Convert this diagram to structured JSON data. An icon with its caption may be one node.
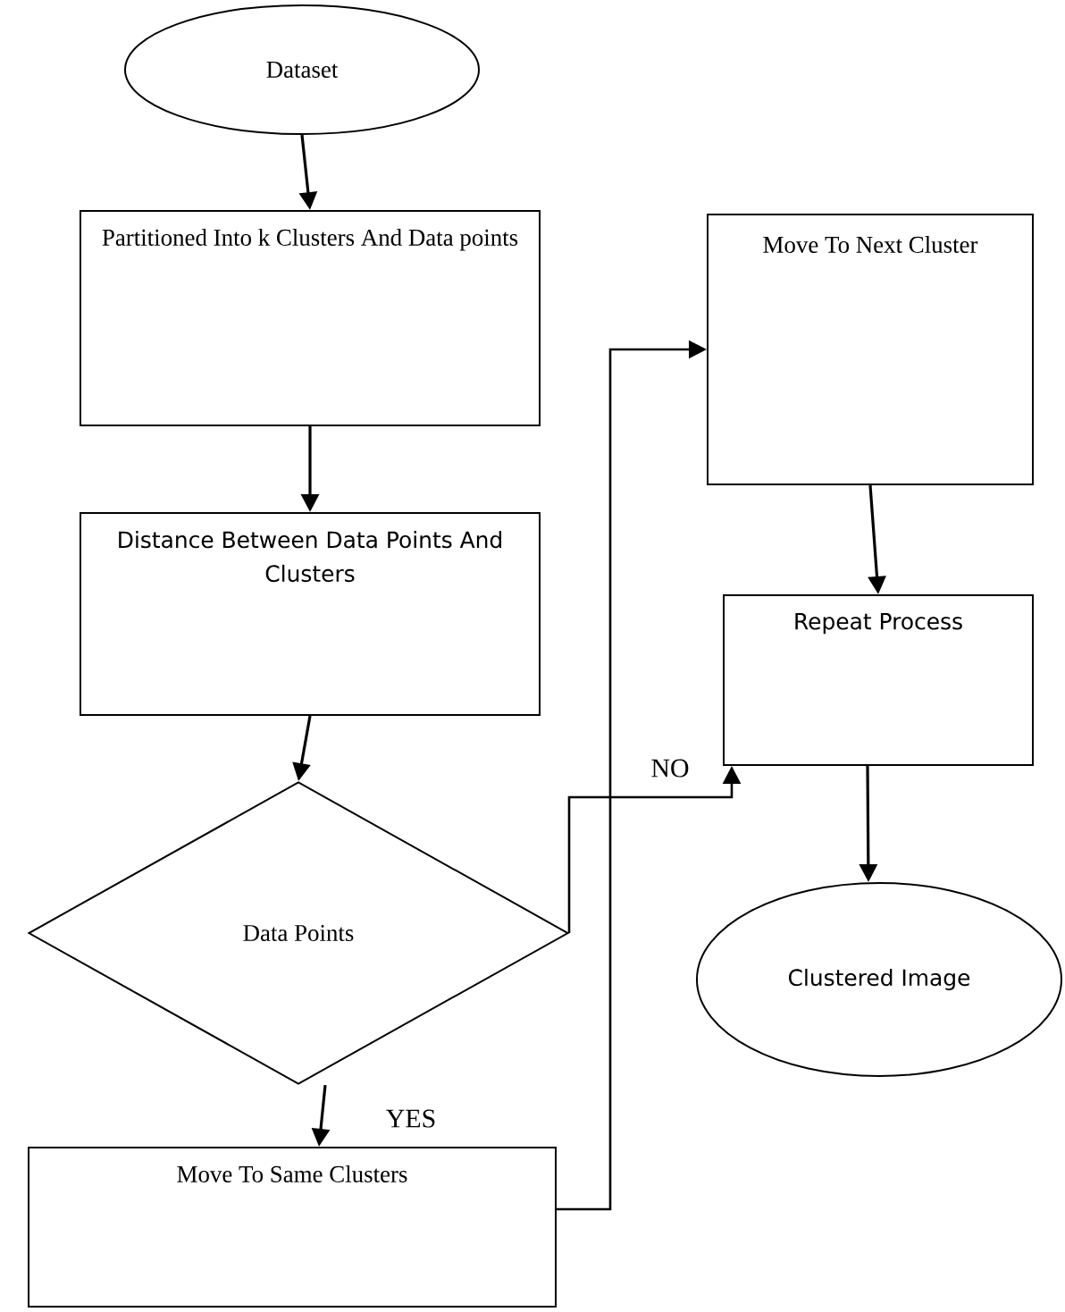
{
  "diagram": {
    "nodes": [
      {
        "text": [
          "Dataset"
        ]
      },
      {
        "text": [
          "Partitioned Into k Clusters And Data points"
        ]
      },
      {
        "text": [
          "Distance Between Data Points And Clusters"
        ]
      },
      {
        "text": [
          "Data Points"
        ]
      },
      {
        "text": [
          "Move To Same Clusters"
        ]
      },
      {
        "text": [
          "Move To Next Cluster"
        ]
      },
      {
        "text": [
          "Repeat Process"
        ]
      },
      {
        "text": [
          "Clustered Image"
        ]
      }
    ],
    "edges": [
      {
        "from": 0,
        "to": 1,
        "arrow": "to"
      },
      {
        "from": 1,
        "to": 2,
        "arrow": "to"
      },
      {
        "from": 2,
        "to": 3,
        "arrow": "to"
      },
      {
        "from": 3,
        "to": 4,
        "arrow": "to",
        "label": "YES"
      },
      {
        "from": 3,
        "to": 6,
        "arrow": "to",
        "label": "NO"
      },
      {
        "from": 4,
        "to": 5,
        "arrow": "to"
      },
      {
        "from": 5,
        "to": 6,
        "arrow": "to"
      },
      {
        "from": 6,
        "to": 7,
        "arrow": "to"
      }
    ]
  }
}
